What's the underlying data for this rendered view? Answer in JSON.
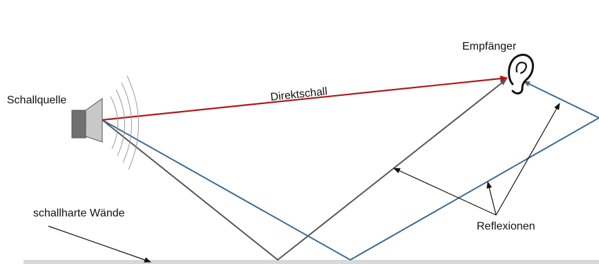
{
  "labels": {
    "source": "Schallquelle",
    "receiver": "Empfänger",
    "direct": "Direktschall",
    "walls": "schallharte Wände",
    "reflections": "Reflexionen"
  },
  "colors": {
    "direct": "#b01818",
    "reflection_gray": "#555555",
    "reflection_blue": "#3a6a96",
    "floor": "#d8d8d8",
    "arrows": "#111111"
  },
  "icons": {
    "source": "loudspeaker-icon",
    "receiver": "ear-icon"
  }
}
